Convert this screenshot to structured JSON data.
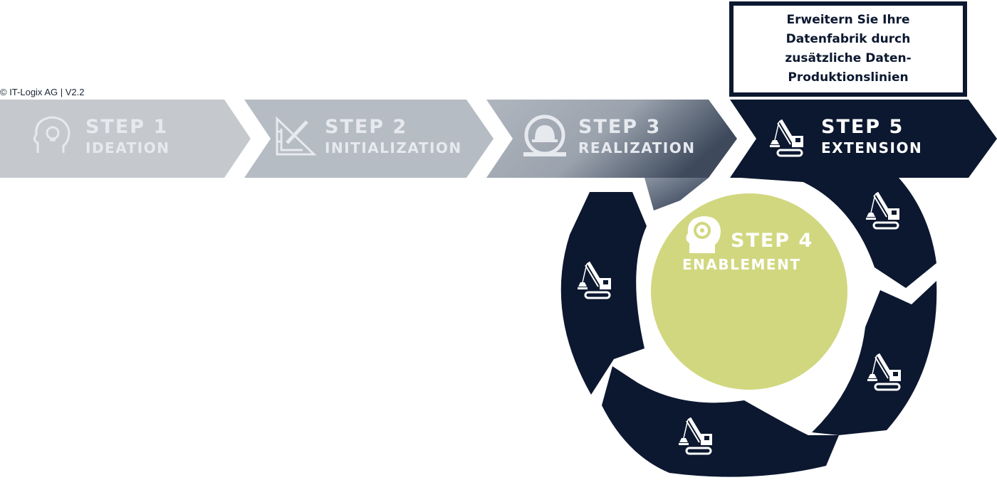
{
  "copyright": "© IT-Logix AG | V2.2",
  "callout": "Erweitern Sie Ihre\nDatenfabrik durch\nzusätzliche Daten-\nProduktionslinien",
  "steps": {
    "s1": {
      "title": "STEP 1",
      "subtitle": "IDEATION",
      "icon": "lightbulb-head-icon"
    },
    "s2": {
      "title": "STEP 2",
      "subtitle": "INITIALIZATION",
      "icon": "ruler-triangle-icon"
    },
    "s3": {
      "title": "STEP 3",
      "subtitle": "REALIZATION",
      "icon": "hard-hat-icon"
    },
    "s4": {
      "title": "STEP 4",
      "subtitle": "ENABLEMENT",
      "icon": "gear-head-icon"
    },
    "s5": {
      "title": "STEP 5",
      "subtitle": "EXTENSION",
      "icon": "crane-icon"
    }
  },
  "cycle_icons": [
    "crane-icon",
    "crane-icon",
    "crane-icon",
    "crane-icon"
  ],
  "colors": {
    "step1_fill": "#c5c9ce",
    "step2_fill": "#b6bcc4",
    "step3_fill": "#a8afb8",
    "navy": "#0c1830",
    "enablement_circle": "#d1d77f",
    "white": "#ffffff"
  }
}
